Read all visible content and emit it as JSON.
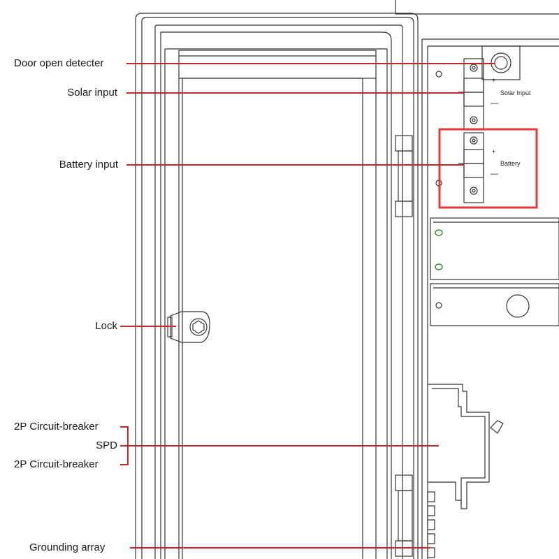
{
  "callouts": {
    "door_open_detecter": "Door open detecter",
    "solar_input": "Solar input",
    "battery_input": "Battery input",
    "lock": "Lock",
    "circuit_breaker_top": "2P Circuit-breaker",
    "spd": "SPD",
    "circuit_breaker_bottom": "2P Circuit-breaker",
    "grounding_array": "Grounding array"
  },
  "terminal_labels": {
    "solar": "Solar Input",
    "battery": "Battery",
    "plus": "+",
    "minus": "—"
  },
  "colors": {
    "leader_line": "#c0282e",
    "highlight_box": "#e03a3a",
    "drawing_line": "#333333",
    "indicator_led": "#2e8b2e"
  }
}
